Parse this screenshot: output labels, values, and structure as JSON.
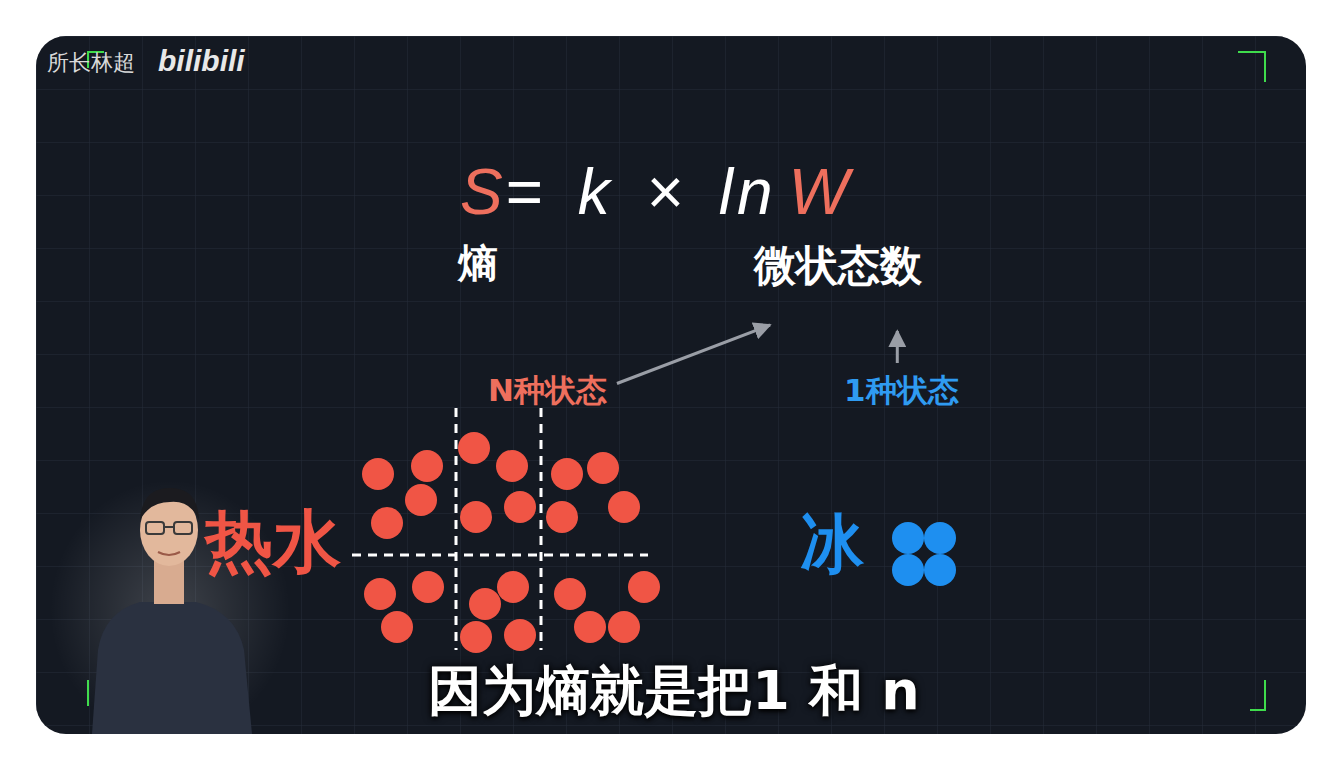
{
  "diagram": {
    "nodes": [
      {
        "text": [
          "微状态数"
        ]
      },
      {
        "text": [
          "N种状态"
        ]
      },
      {
        "text": [
          "1种状态"
        ]
      }
    ],
    "edges": [
      {
        "from": 1,
        "to": 0,
        "arrow": "to"
      },
      {
        "from": 2,
        "to": 0,
        "arrow": "to"
      }
    ],
    "labels": [
      "所长林超",
      "bilibili",
      "S",
      "= k × ln",
      "W",
      "熵",
      "热水",
      "冰",
      "因为熵就是把1 和 n"
    ]
  }
}
